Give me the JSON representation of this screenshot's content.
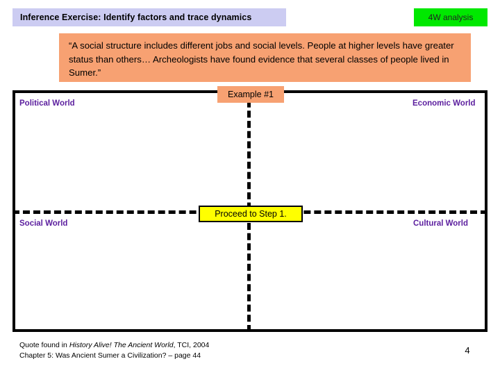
{
  "slide": {
    "title": "Inference Exercise:  Identify factors and trace dynamics",
    "badge": "4W analysis",
    "page_number": "4"
  },
  "quote": {
    "text": "“A social structure includes different jobs and social levels. People at higher levels have greater status than others… Archeologists have found evidence that several classes of people lived in Sumer.”"
  },
  "quadrants": {
    "top_left": "Political World",
    "top_right": "Economic World",
    "bottom_left": "Social World",
    "bottom_right": "Cultural World"
  },
  "markers": {
    "example_tag": "Example #1",
    "proceed_button": "Proceed to Step 1."
  },
  "footer": {
    "line1_prefix": "Quote found in ",
    "line1_book": "History Alive! The Ancient World",
    "line1_suffix": ", TCI, 2004",
    "line2": "Chapter 5: Was Ancient Sumer a Civilization? – page 44"
  },
  "colors": {
    "title_bar": "#ccccf2",
    "badge": "#00e800",
    "quote_box": "#f7a172",
    "quadrant_label": "#5b1e9e",
    "proceed_box": "#ffff00",
    "frame_line": "#000000"
  }
}
